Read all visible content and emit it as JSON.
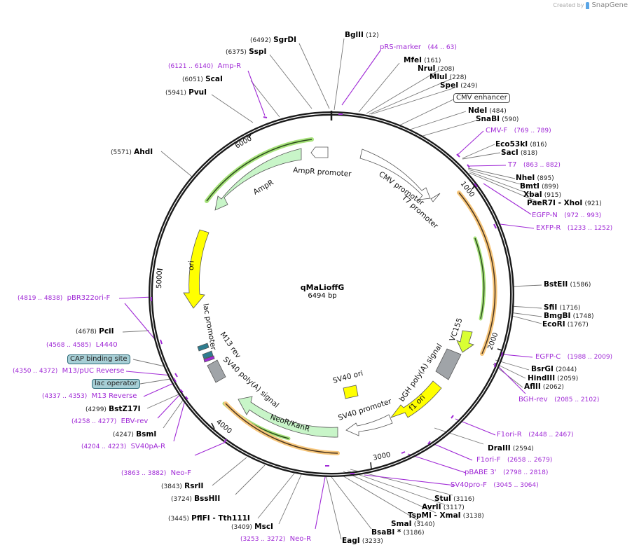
{
  "credit": {
    "prefix": "Created by",
    "brand": "SnapGene"
  },
  "plasmid": {
    "name": "qMaLioffG",
    "length": "6494 bp"
  },
  "ticks": [
    "1000",
    "2000",
    "3000",
    "4000",
    "5000",
    "6000"
  ],
  "features": {
    "ampr_promoter": "AmpR promoter",
    "ampr": "AmpR",
    "cmv_promoter": "CMV promoter",
    "t7_promoter": "T7 promoter",
    "ori": "ori",
    "lac_promoter": "lac promoter",
    "m13_rev": "M13 rev",
    "sv40_polya": "SV40 poly(A) signal",
    "sv40_ori": "SV40 ori",
    "bgh_polya": "bGH poly(A) signal",
    "vc155": "VC155",
    "f1_ori": "f1 ori",
    "sv40_promoter": "SV40 promoter",
    "neor": "NeoR/KanR"
  },
  "boxed": {
    "cmv_enhancer": "CMV enhancer",
    "cap_site": "CAP binding site",
    "lac_operator": "lac operator"
  },
  "enzymes": [
    {
      "name": "SgrDI",
      "pos": "(6492)"
    },
    {
      "name": "BglII",
      "pos": "(12)"
    },
    {
      "name": "SspI",
      "pos": "(6375)"
    },
    {
      "name": "ScaI",
      "pos": "(6051)"
    },
    {
      "name": "PvuI",
      "pos": "(5941)"
    },
    {
      "name": "MfeI",
      "pos": "(161)"
    },
    {
      "name": "NruI",
      "pos": "(208)"
    },
    {
      "name": "MluI",
      "pos": "(228)"
    },
    {
      "name": "SpeI",
      "pos": "(249)"
    },
    {
      "name": "NdeI",
      "pos": "(484)"
    },
    {
      "name": "SnaBI",
      "pos": "(590)"
    },
    {
      "name": "Eco53kI",
      "pos": "(816)"
    },
    {
      "name": "SacI",
      "pos": "(818)"
    },
    {
      "name": "NheI",
      "pos": "(895)"
    },
    {
      "name": "BmtI",
      "pos": "(899)"
    },
    {
      "name": "XbaI",
      "pos": "(915)"
    },
    {
      "name": "PaeR7I - XhoI",
      "pos": "(921)"
    },
    {
      "name": "AhdI",
      "pos": "(5571)"
    },
    {
      "name": "BstEII",
      "pos": "(1586)"
    },
    {
      "name": "SfiI",
      "pos": "(1716)"
    },
    {
      "name": "BmgBI",
      "pos": "(1748)"
    },
    {
      "name": "EcoRI",
      "pos": "(1767)"
    },
    {
      "name": "BsrGI",
      "pos": "(2044)"
    },
    {
      "name": "HindIII",
      "pos": "(2059)"
    },
    {
      "name": "AflII",
      "pos": "(2062)"
    },
    {
      "name": "PciI",
      "pos": "(4678)"
    },
    {
      "name": "BstZ17I",
      "pos": "(4299)"
    },
    {
      "name": "BsmI",
      "pos": "(4247)"
    },
    {
      "name": "DraIII",
      "pos": "(2594)"
    },
    {
      "name": "StuI",
      "pos": "(3116)"
    },
    {
      "name": "AvrII",
      "pos": "(3117)"
    },
    {
      "name": "TspMI - XmaI",
      "pos": "(3138)"
    },
    {
      "name": "SmaI",
      "pos": "(3140)"
    },
    {
      "name": "BsaBI *",
      "pos": "(3186)"
    },
    {
      "name": "EagI",
      "pos": "(3233)"
    },
    {
      "name": "MscI",
      "pos": "(3409)"
    },
    {
      "name": "PflFI - Tth111I",
      "pos": "(3445)"
    },
    {
      "name": "BssHII",
      "pos": "(3724)"
    },
    {
      "name": "RsrII",
      "pos": "(3843)"
    }
  ],
  "primers": [
    {
      "name": "pRS-marker",
      "pos": "(44 .. 63)"
    },
    {
      "name": "Amp-R",
      "pos": "(6121 .. 6140)"
    },
    {
      "name": "CMV-F",
      "pos": "(769 .. 789)"
    },
    {
      "name": "T7",
      "pos": "(863 .. 882)"
    },
    {
      "name": "EGFP-N",
      "pos": "(972 .. 993)"
    },
    {
      "name": "EXFP-R",
      "pos": "(1233 .. 1252)"
    },
    {
      "name": "pBR322ori-F",
      "pos": "(4819 .. 4838)"
    },
    {
      "name": "EGFP-C",
      "pos": "(1988 .. 2009)"
    },
    {
      "name": "BGH-rev",
      "pos": "(2085 .. 2102)"
    },
    {
      "name": "L4440",
      "pos": "(4568 .. 4585)"
    },
    {
      "name": "M13/pUC Reverse",
      "pos": "(4350 .. 4372)"
    },
    {
      "name": "M13 Reverse",
      "pos": "(4337 .. 4353)"
    },
    {
      "name": "EBV-rev",
      "pos": "(4258 .. 4277)"
    },
    {
      "name": "SV40pA-R",
      "pos": "(4204 .. 4223)"
    },
    {
      "name": "F1ori-R",
      "pos": "(2448 .. 2467)"
    },
    {
      "name": "F1ori-F",
      "pos": "(2658 .. 2679)"
    },
    {
      "name": "pBABE 3'",
      "pos": "(2798 .. 2818)"
    },
    {
      "name": "SV40pro-F",
      "pos": "(3045 .. 3064)"
    },
    {
      "name": "Neo-F",
      "pos": "(3863 .. 3882)"
    },
    {
      "name": "Neo-R",
      "pos": "(3253 .. 3272)"
    }
  ],
  "colors": {
    "backbone": "#1a1a1a",
    "primer": "#a02ad6",
    "ampr_fill": "#c8f5c8",
    "ori_fill": "#ffff00",
    "f1_fill": "#ffff00",
    "vc155_fill": "#d9ff33",
    "polya_fill": "#a0a4a8",
    "orf_glow_green": "#a6e27a",
    "orf_glow_orange": "#f7c67a",
    "lac_teal": "#2e7d8f"
  }
}
